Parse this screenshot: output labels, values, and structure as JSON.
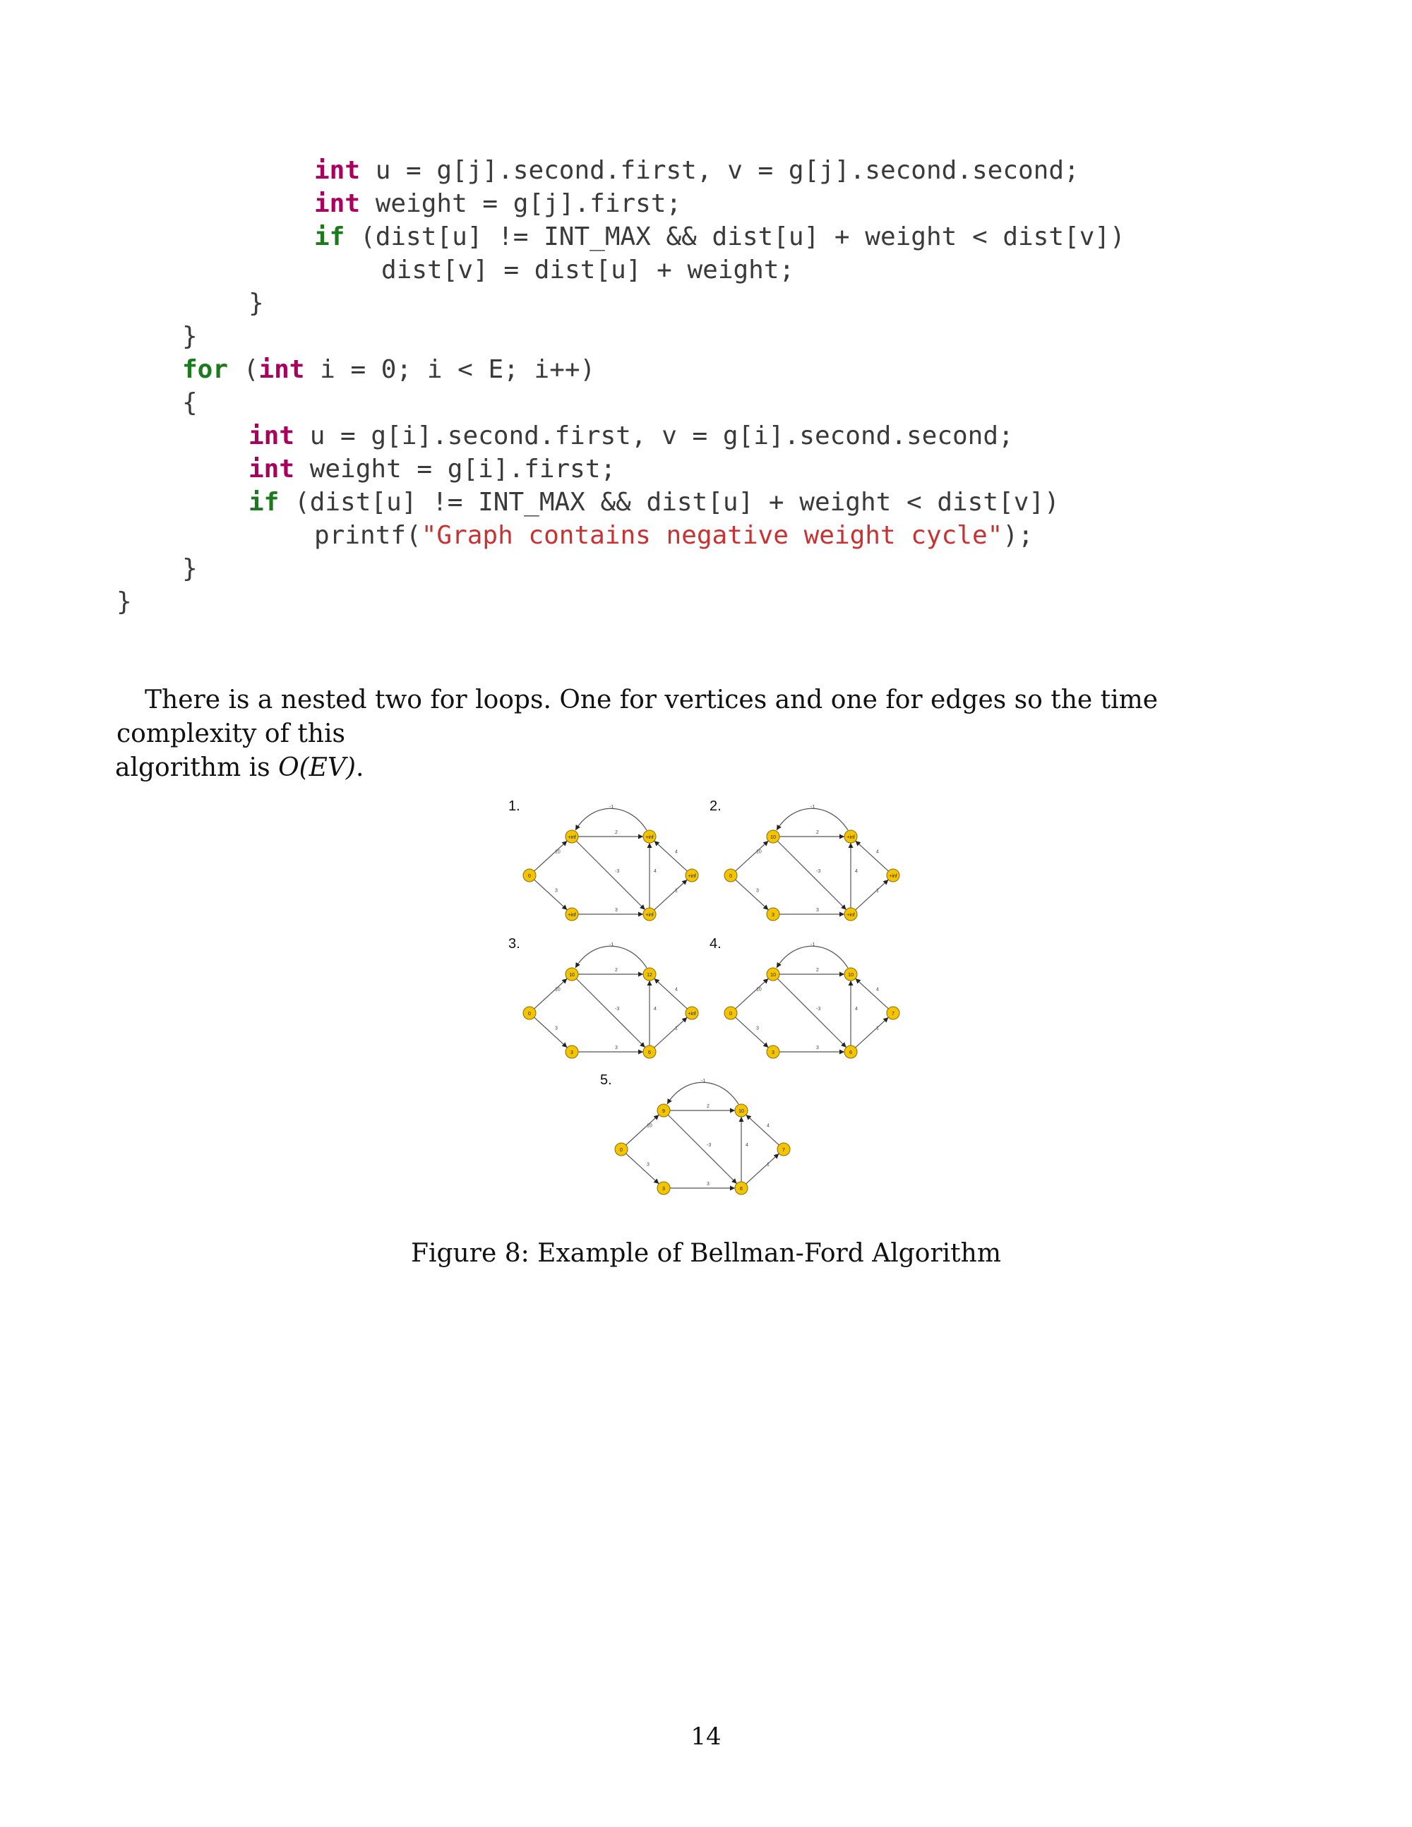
{
  "code": {
    "lines": [
      "int u = g[j].second.first, v = g[j].second.second;",
      "int weight = g[j].first;",
      "if (dist[u] != INT_MAX && dist[u] + weight < dist[v])",
      "dist[v] = dist[u] + weight;",
      "}",
      "}",
      "for (int i = 0; i < E; i++)",
      "{",
      "int u = g[i].second.first, v = g[i].second.second;",
      "int weight = g[i].first;",
      "if (dist[u] != INT_MAX && dist[u] + weight < dist[v])",
      "printf(\"Graph contains negative weight cycle\");",
      "}",
      "}"
    ],
    "colors": {
      "keyword": "#a8005c",
      "control": "#1c7a1c",
      "string": "#c83232"
    }
  },
  "paragraph": {
    "line1": "There is a nested two for loops. One for vertices and one for edges so the time complexity of this",
    "line2_prefix": "algorithm is ",
    "line2_math": "O(EV)",
    "line2_suffix": "."
  },
  "figure": {
    "panels": [
      {
        "label": "1.",
        "nodes": [
          "0",
          "+inf",
          "+inf",
          "+inf",
          "+inf",
          "+inf"
        ]
      },
      {
        "label": "2.",
        "nodes": [
          "0",
          "10",
          "3",
          "+inf",
          "+inf",
          "+inf"
        ]
      },
      {
        "label": "3.",
        "nodes": [
          "0",
          "10",
          "3",
          "12",
          "6",
          "+inf"
        ]
      },
      {
        "label": "4.",
        "nodes": [
          "0",
          "10",
          "3",
          "10",
          "6",
          "7"
        ]
      },
      {
        "label": "5.",
        "nodes": [
          "0",
          "9",
          "3",
          "10",
          "6",
          "7"
        ]
      }
    ],
    "edge_weights": [
      "10",
      "3",
      "2",
      "-3",
      "3",
      "4",
      "4",
      "1",
      "-1"
    ],
    "node_color": "#f5c400",
    "caption": "Figure 8:   Example of Bellman-Ford Algorithm"
  },
  "page_number": "14"
}
